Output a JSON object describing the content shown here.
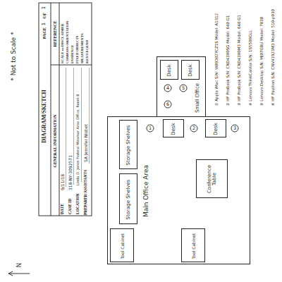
{
  "diagram": {
    "title": "DIAGRAM/SKETCH",
    "nodes": [
      {
        "text": [
          "Main Office Area"
        ]
      },
      {
        "text": [
          "Storage Shelves"
        ],
        "in": 0
      },
      {
        "text": [
          "Storage Shelves"
        ],
        "in": 0
      },
      {
        "text": [
          "Tool Cabinet"
        ],
        "in": 0
      },
      {
        "text": [
          "Tool Cabinet"
        ],
        "in": 0
      },
      {
        "text": [
          "Desk"
        ],
        "in": 0
      },
      {
        "text": [
          "Desk"
        ],
        "in": 0
      },
      {
        "text": [
          "Conference Table"
        ],
        "in": 0
      },
      {
        "text": [
          "Small Office"
        ]
      },
      {
        "text": [
          "Desk"
        ],
        "in": 8
      },
      {
        "text": [
          "Desk"
        ],
        "in": 8
      }
    ],
    "labels": [
      "PAGE",
      "1",
      "OF",
      "1",
      "GENERAL INFORMATION",
      "REFERENCE",
      "DATE",
      "9/11/18",
      "CASE ID",
      "318-NY-3092571",
      "LOCATION",
      "Linda D. Jones Federal Miramar Area Office, Room B",
      "PREPARER/ASSISTANTS",
      "SA Jennifer Nisbet",
      "SCALE or DISCLAIMER",
      "COMPASS ORIENTATION",
      "EVIDENCE",
      "FIXED OBJECTS",
      "MEASUREMENTS",
      "KEY/LEGEND",
      "* Not to Scale *",
      "N",
      "1",
      "2",
      "3",
      "4",
      "5",
      "6",
      "① Apple iMac S/N: W89302YCZ1S Model: A1312",
      "② HP ProBook S/N: CND4300SG Model: 640 G1",
      "③ HP ProBook S/N: CND4300M3 Model: 640 G1",
      "④ Lenovo ThinkCentre S/N: 1S5506GLL",
      "⑤ Lenovo Desktop S/N: MJ07G8U Model: 7838",
      "⑥ HP Pavilion S/N: CNV41923M3 Model: 510-p030"
    ]
  }
}
